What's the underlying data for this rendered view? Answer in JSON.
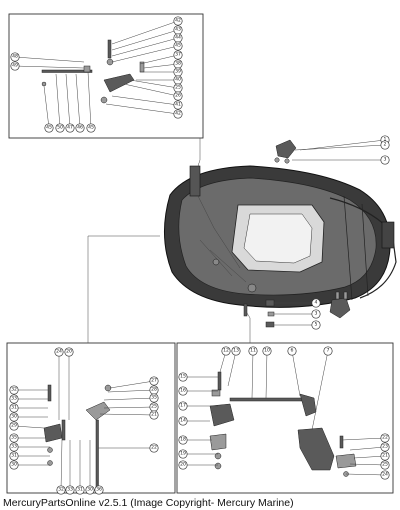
{
  "caption": "MercuryPartsOnline v2.5.1 (Image Copyright- Mercury Marine)",
  "callouts": {
    "main_right": [
      "1",
      "2",
      "3"
    ],
    "main_lower": [
      "4",
      "3",
      "5"
    ],
    "top_right": [
      "42",
      "43",
      "44",
      "45",
      "37",
      "38",
      "39",
      "40",
      "25",
      "26",
      "41",
      "42"
    ],
    "top_left": [
      "48",
      "49"
    ],
    "top_bottom": [
      "45",
      "50",
      "47",
      "46",
      "45"
    ],
    "bl_top": [
      "24",
      "20"
    ],
    "bl_left": [
      "32",
      "33",
      "31",
      "30",
      "29",
      "35",
      "33",
      "31",
      "30"
    ],
    "bl_right": [
      "27",
      "28",
      "35",
      "25",
      "21"
    ],
    "bl_far_right": [
      "22"
    ],
    "bl_bottom": [
      "32",
      "33",
      "31",
      "30",
      "36"
    ],
    "br_top": [
      "12",
      "13",
      "11",
      "10",
      "6",
      "7"
    ],
    "br_left": [
      "15",
      "16",
      "17",
      "14",
      "18",
      "19",
      "20"
    ],
    "br_right": [
      "22",
      "23",
      "21",
      "25",
      "24"
    ]
  }
}
